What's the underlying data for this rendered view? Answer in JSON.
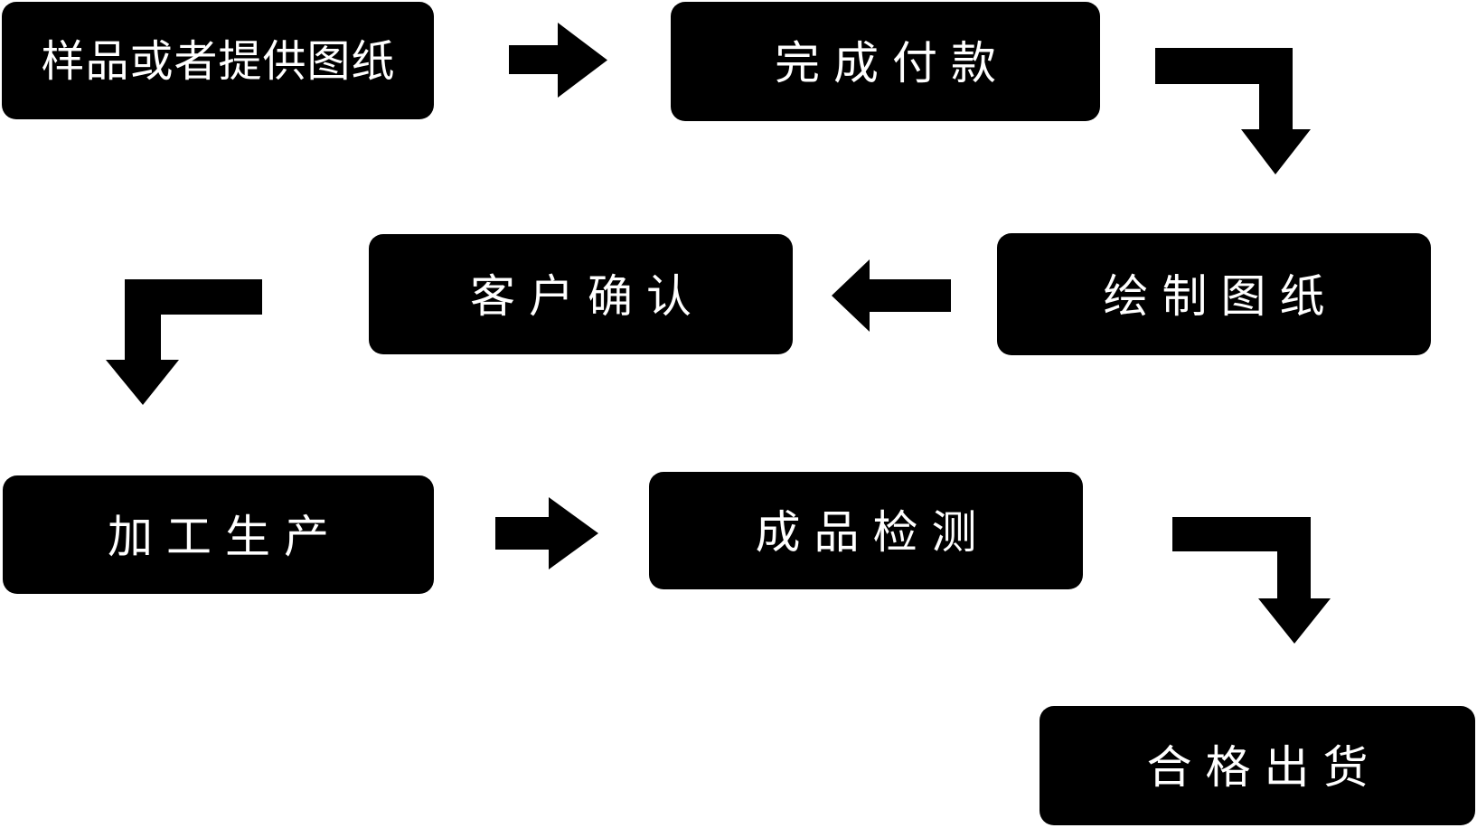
{
  "page": {
    "background_color": "#ffffff",
    "node_fill_color": "#000000",
    "node_text_color": "#ffffff",
    "arrow_color": "#000000"
  },
  "diagram": {
    "type": "flowchart",
    "nodes": [
      {
        "id": "step-1",
        "label": "样品或者提供图纸"
      },
      {
        "id": "step-2",
        "label": "完成付款"
      },
      {
        "id": "step-3",
        "label": "绘制图纸"
      },
      {
        "id": "step-4",
        "label": "客户确认"
      },
      {
        "id": "step-5",
        "label": "加工生产"
      },
      {
        "id": "step-6",
        "label": "成品检测"
      },
      {
        "id": "step-7",
        "label": "合格出货"
      }
    ],
    "connectors": [
      {
        "from": "step-1",
        "to": "step-2",
        "shape": "straight",
        "direction": "right"
      },
      {
        "from": "step-2",
        "to": "step-3",
        "shape": "elbow",
        "direction": "right-then-down"
      },
      {
        "from": "step-3",
        "to": "step-4",
        "shape": "straight",
        "direction": "left"
      },
      {
        "from": "step-4",
        "to": "step-5",
        "shape": "elbow",
        "direction": "left-then-down"
      },
      {
        "from": "step-5",
        "to": "step-6",
        "shape": "straight",
        "direction": "right"
      },
      {
        "from": "step-6",
        "to": "step-7",
        "shape": "elbow",
        "direction": "right-then-down"
      }
    ]
  }
}
